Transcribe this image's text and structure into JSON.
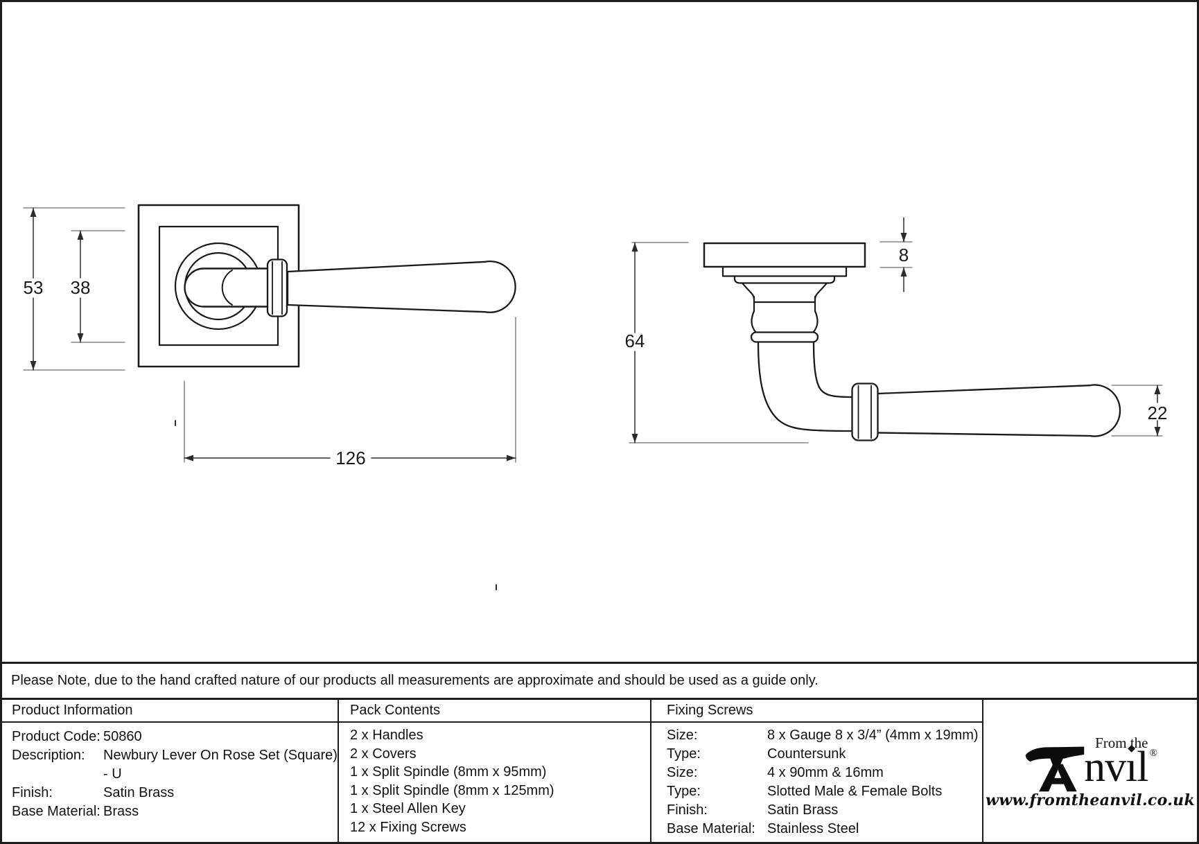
{
  "note": {
    "text": "Please Note, due to the hand crafted nature of our products all measurements are approximate and should be used as a guide only."
  },
  "table": {
    "product_information": {
      "header": "Product Information",
      "rows": [
        {
          "label": "Product Code:",
          "value": "50860"
        },
        {
          "label": "Description:",
          "value": "Newbury Lever On Rose Set (Square) - U"
        },
        {
          "label": "Finish:",
          "value": "Satin Brass"
        },
        {
          "label": "Base Material:",
          "value": "Brass"
        }
      ]
    },
    "pack_contents": {
      "header": "Pack Contents",
      "items": [
        "2 x Handles",
        "2 x Covers",
        "1 x Split Spindle (8mm x 95mm)",
        "1 x Split Spindle (8mm x 125mm)",
        "1 x Steel Allen Key",
        "12 x Fixing Screws"
      ]
    },
    "fixing_screws": {
      "header": "Fixing Screws",
      "rows": [
        {
          "label": "Size:",
          "value": "8 x Gauge 8 x 3/4” (4mm x 19mm)"
        },
        {
          "label": "Type:",
          "value": "Countersunk"
        },
        {
          "label": "Size:",
          "value": "4 x 90mm & 16mm"
        },
        {
          "label": "Type:",
          "value": "Slotted Male & Female Bolts"
        },
        {
          "label": "Finish:",
          "value": "Satin Brass"
        },
        {
          "label": "Base Material:",
          "value": "Stainless Steel"
        }
      ]
    }
  },
  "logo": {
    "prefix": "From the",
    "name_rest": "nv",
    "name_tail": "l",
    "registered": "®",
    "diamond": "◆",
    "url": "www.fromtheanvil.co.uk"
  },
  "drawing": {
    "line_color": "#1a1a1a",
    "dimensions": {
      "rose_outer_height": "53",
      "rose_inner_height": "38",
      "handle_length": "126",
      "side_total_height": "64",
      "rose_thickness": "8",
      "lever_end_width": "22"
    }
  }
}
